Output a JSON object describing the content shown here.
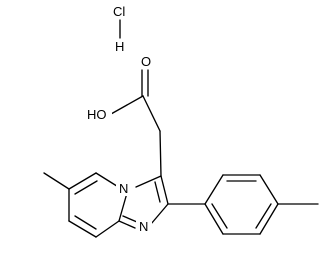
{
  "molecule": {
    "salt_labels": {
      "chlorine": "Cl",
      "hydrogen": "H"
    },
    "acid_label": "HO",
    "carbonyl_oxygen": "O",
    "ring_nitrogen_bridgehead": "N",
    "ring_nitrogen_imidazole": "N"
  }
}
